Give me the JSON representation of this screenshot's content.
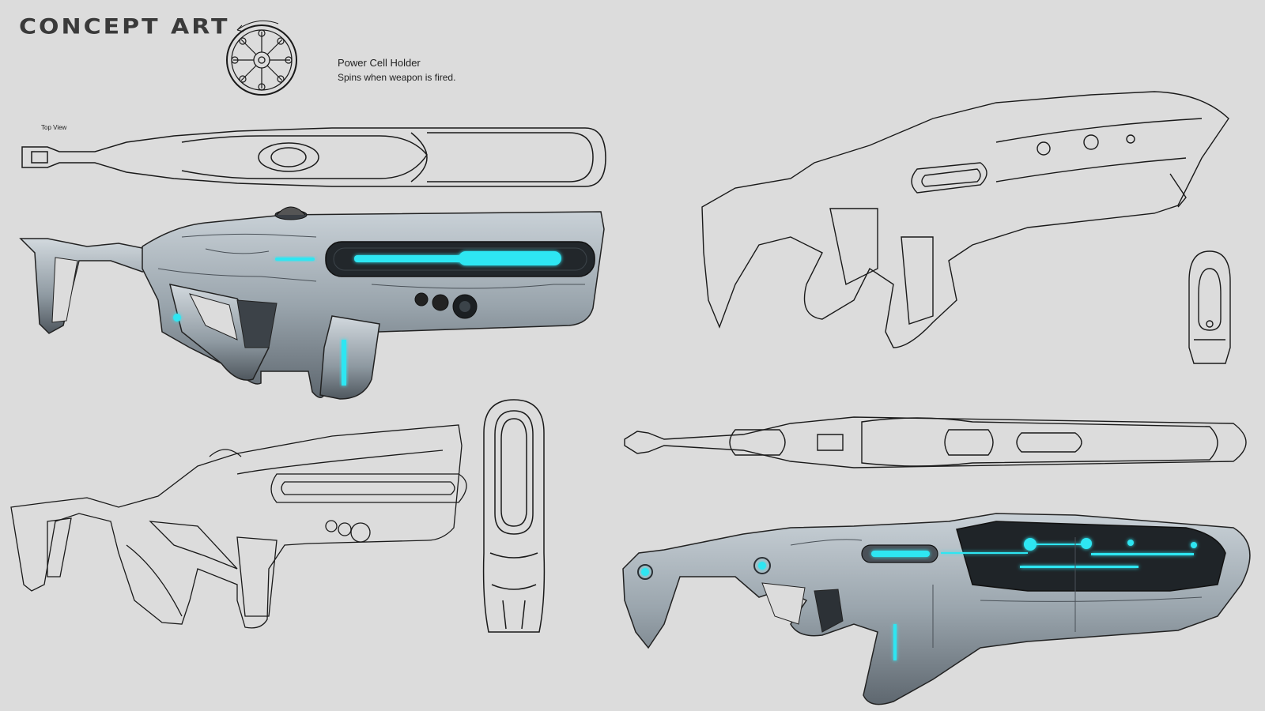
{
  "heading": "CONCEPT ART",
  "power_cell": {
    "title": "Power Cell Holder",
    "description": "Spins when weapon is fired."
  },
  "top_view_label": "Top View",
  "colors": {
    "background": "#dcdcdc",
    "glow": "#2ee6f2",
    "metal": "#9aa5ad",
    "metal_dark": "#4a5158",
    "line": "#1a1a1a"
  }
}
